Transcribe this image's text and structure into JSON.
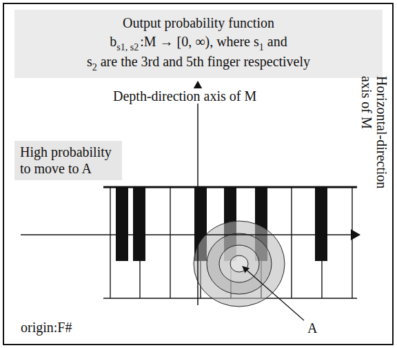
{
  "diagram": {
    "nodes": [
      {
        "text": [
          "Output probability function",
          "b",
          "s1, s2",
          ":M → [0, ∞), where s",
          "1",
          "and",
          "s",
          "2",
          "are the 3rd and 5th finger respectively"
        ]
      },
      {
        "text": [
          "High probability to move to A"
        ]
      }
    ],
    "labels": [
      "Depth-direction axis of M",
      "Horizontal-direction axis of M",
      "origin:F#",
      "A"
    ]
  }
}
